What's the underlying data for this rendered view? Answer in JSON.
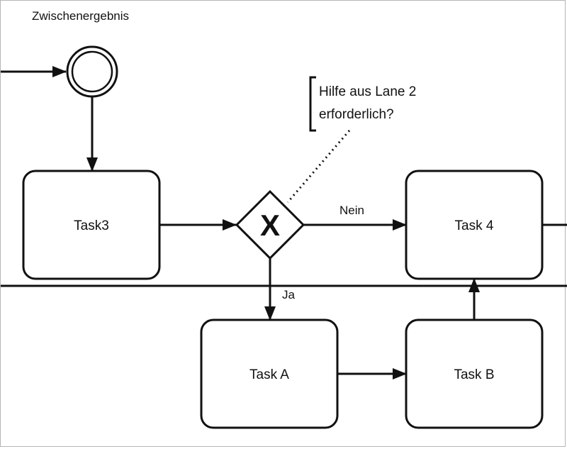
{
  "event": {
    "label": "Zwischenergebnis"
  },
  "tasks": {
    "task3": "Task3",
    "task4": "Task 4",
    "taskA": "Task A",
    "taskB": "Task B"
  },
  "gateway": {
    "symbol": "X"
  },
  "annotation": {
    "line1": "Hilfe aus Lane 2",
    "line2": "erforderlich?"
  },
  "flows": {
    "no": "Nein",
    "yes": "Ja"
  }
}
